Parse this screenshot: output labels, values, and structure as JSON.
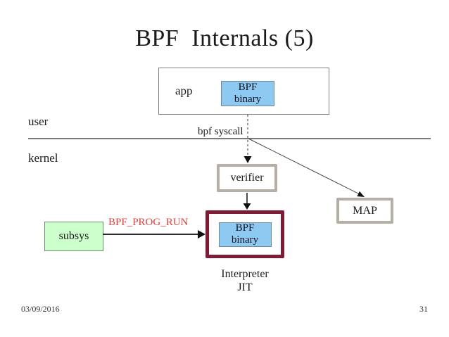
{
  "slide": {
    "title": "BPF  Internals (5)",
    "footer_date": "03/09/2016",
    "footer_page": "31"
  },
  "diagram": {
    "user_label": "user",
    "kernel_label": "kernel",
    "bpf_syscall_label": "bpf syscall",
    "app_box": {
      "label": "app",
      "binary_line1": "BPF",
      "binary_line2": "binary"
    },
    "verifier_box": {
      "label": "verifier"
    },
    "map_box": {
      "label": "MAP"
    },
    "runtime_box": {
      "binary_line1": "BPF",
      "binary_line2": "binary",
      "caption_line1": "Interpreter",
      "caption_line2": "JIT"
    },
    "subsys_box": {
      "label": "subsys"
    },
    "bpf_prog_run_label": "BPF_PROG_RUN"
  },
  "colors": {
    "title_text": "#1b1b1b",
    "accent_red": "#e04040",
    "maroon_border": "#7c1c36",
    "blue_fill": "#8dc9f1",
    "green_fill": "#ccffcc",
    "gray_border": "#b5afa5",
    "divider_line": "#4d4d4d"
  }
}
